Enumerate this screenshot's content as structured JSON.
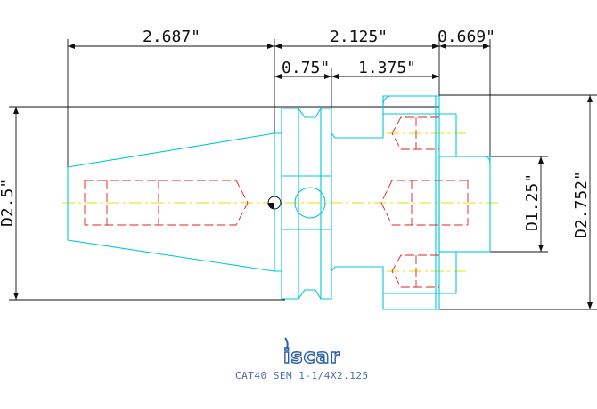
{
  "dimensions": {
    "top_left_length": "2.687\"",
    "top_mid_length": "2.125\"",
    "top_right_length": "0.669\"",
    "flange_width": "0.75\"",
    "neck_length": "1.375\"",
    "left_diameter": "D2.5\"",
    "bore_diameter": "D1.25\"",
    "body_diameter": "D2.752\""
  },
  "logo": {
    "brand": "iscar"
  },
  "caption": {
    "part_number": "CAT40 SEM 1-1/4X2.125"
  },
  "colors": {
    "outline": "#00c8d8",
    "hidden": "#e02020",
    "centerline": "#e8e000",
    "dimension": "#111111",
    "brand": "#2a5fa8"
  }
}
